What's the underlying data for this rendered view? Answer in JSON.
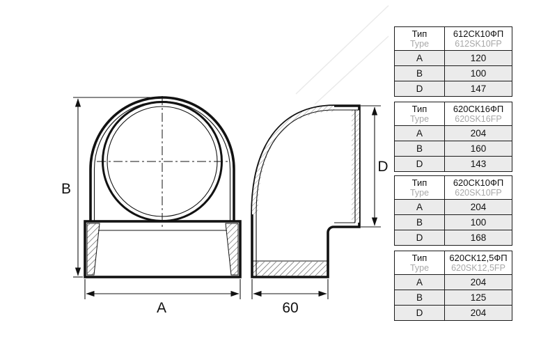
{
  "drawing": {
    "front_view": {
      "dim_vertical": "B",
      "dim_horizontal": "A"
    },
    "side_view": {
      "dim_vertical": "D",
      "dim_horizontal": "60"
    }
  },
  "tables": [
    {
      "header": {
        "left1": "Тип",
        "left2": "Type",
        "right1": "612СК10ФП",
        "right2": "612SK10FP"
      },
      "rows": [
        [
          "A",
          "120"
        ],
        [
          "B",
          "100"
        ],
        [
          "D",
          "147"
        ]
      ]
    },
    {
      "header": {
        "left1": "Тип",
        "left2": "Type",
        "right1": "620СК16ФП",
        "right2": "620SK16FP"
      },
      "rows": [
        [
          "A",
          "204"
        ],
        [
          "B",
          "160"
        ],
        [
          "D",
          "143"
        ]
      ]
    },
    {
      "header": {
        "left1": "Тип",
        "left2": "Type",
        "right1": "620СК10ФП",
        "right2": "620SK10FP"
      },
      "rows": [
        [
          "A",
          "204"
        ],
        [
          "B",
          "100"
        ],
        [
          "D",
          "168"
        ]
      ]
    },
    {
      "header": {
        "left1": "Тип",
        "left2": "Type",
        "right1": "620СК12,5ФП",
        "right2": "620SK12,5FP"
      },
      "rows": [
        [
          "A",
          "204"
        ],
        [
          "B",
          "125"
        ],
        [
          "D",
          "204"
        ]
      ]
    }
  ]
}
